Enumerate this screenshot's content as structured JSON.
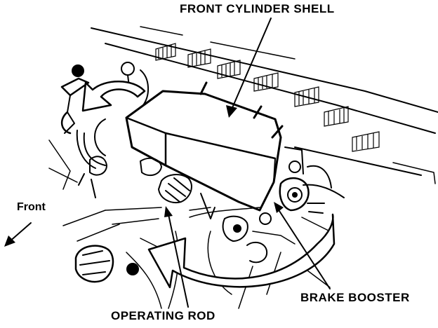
{
  "labels": {
    "front_cylinder_shell": "FRONT CYLINDER SHELL",
    "front": "Front",
    "brake_booster": "BRAKE BOOSTER",
    "operating_rod": "OPERATING ROD"
  },
  "step_markers": [
    {
      "icon": "filled-circle-step-marker"
    },
    {
      "icon": "filled-circle-step-marker"
    }
  ],
  "colors": {
    "ink": "#000000",
    "paper": "#ffffff"
  }
}
